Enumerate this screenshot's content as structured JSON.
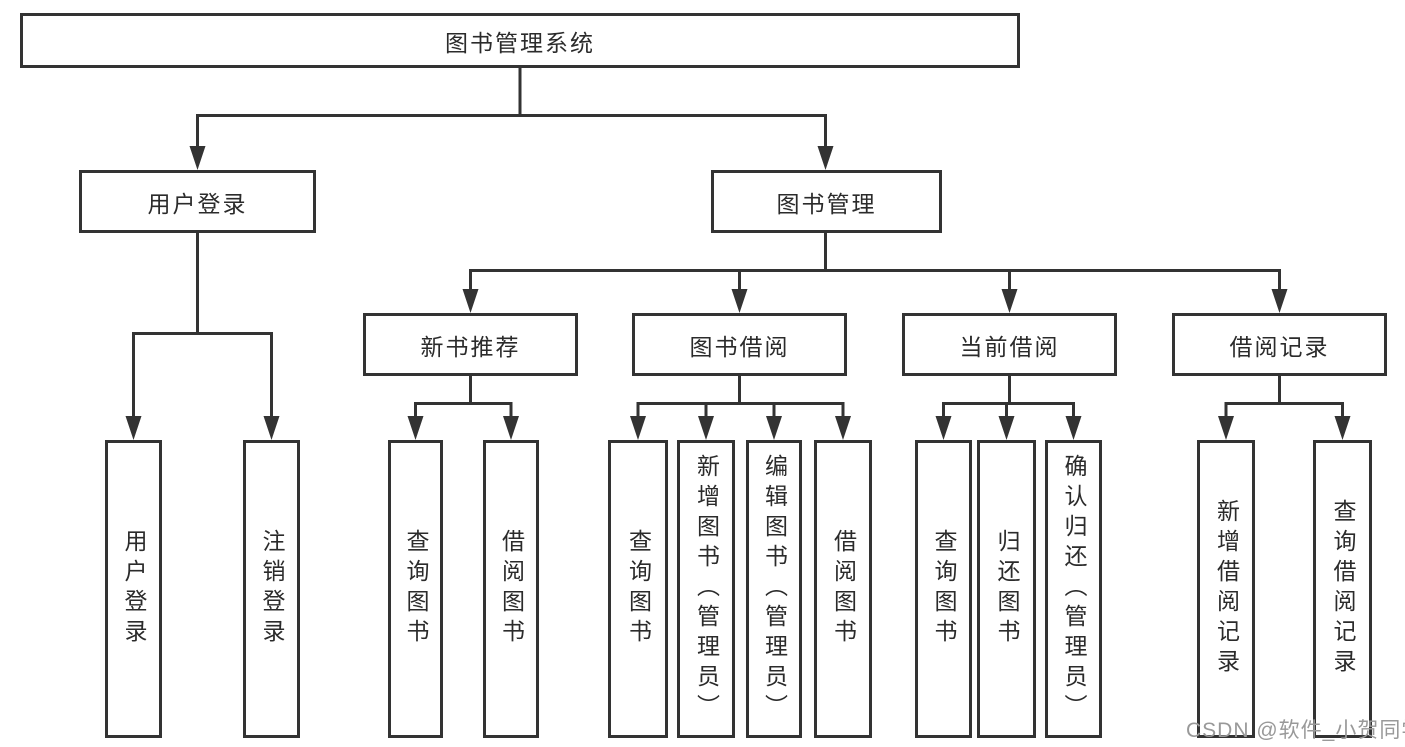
{
  "root": {
    "label": "图书管理系统"
  },
  "branches": [
    {
      "label": "用户登录",
      "children": [
        {
          "label": "用户登录"
        },
        {
          "label": "注销登录"
        }
      ]
    },
    {
      "label": "图书管理",
      "children": [
        {
          "label": "新书推荐",
          "children": [
            {
              "label": "查询图书"
            },
            {
              "label": "借阅图书"
            }
          ]
        },
        {
          "label": "图书借阅",
          "children": [
            {
              "label": "查询图书"
            },
            {
              "label": "新增图书（管理员）"
            },
            {
              "label": "编辑图书（管理员）"
            },
            {
              "label": "借阅图书"
            }
          ]
        },
        {
          "label": "当前借阅",
          "children": [
            {
              "label": "查询图书"
            },
            {
              "label": "归还图书"
            },
            {
              "label": "确认归还（管理员）"
            }
          ]
        },
        {
          "label": "借阅记录",
          "children": [
            {
              "label": "新增借阅记录"
            },
            {
              "label": "查询借阅记录"
            }
          ]
        }
      ]
    }
  ],
  "watermark": "CSDN @软件_小贺同学",
  "colors": {
    "line": "#333333",
    "text": "#2b2b2b",
    "watermark": "#999999"
  }
}
